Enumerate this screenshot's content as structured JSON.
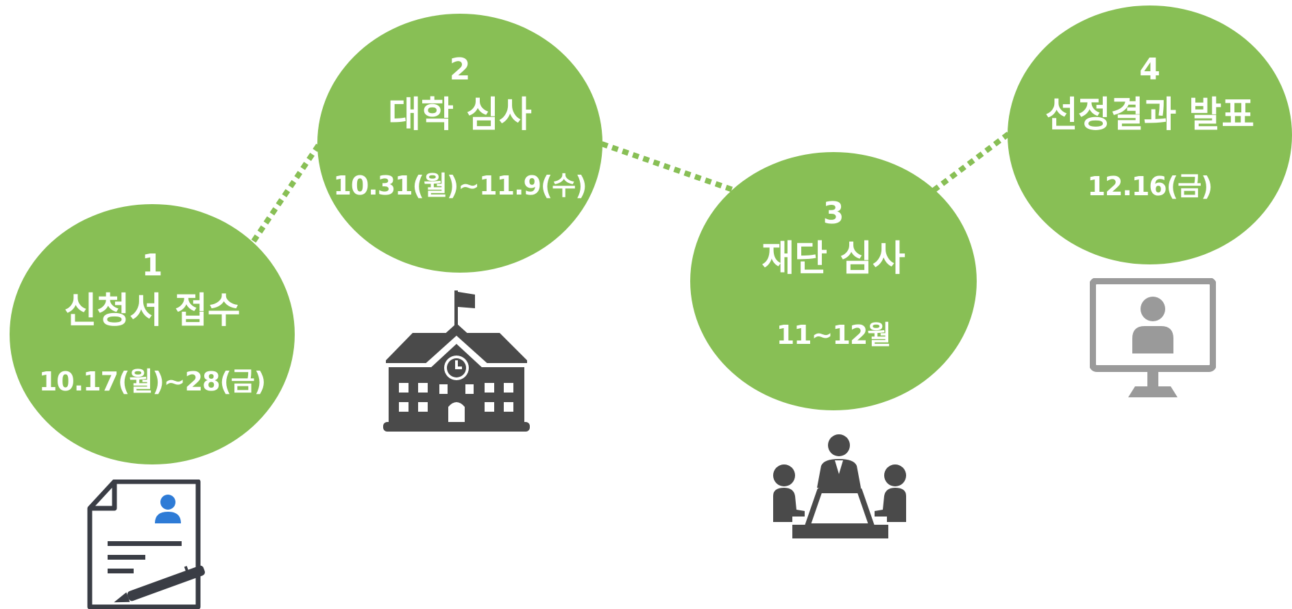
{
  "colors": {
    "accent": "#88bf55",
    "connector": "#88bf55",
    "text": "#ffffff",
    "icon_dark": "#4a4a4a",
    "icon_gray": "#9a9a9a",
    "icon_blue": "#2e7bd6"
  },
  "steps": [
    {
      "number": "1",
      "title": "신청서 접수",
      "date": "10.17(월)~28(금)",
      "icon": "document-icon"
    },
    {
      "number": "2",
      "title": "대학 심사",
      "date": "10.31(월)~11.9(수)",
      "icon": "school-icon"
    },
    {
      "number": "3",
      "title": "재단 심사",
      "date": "11~12월",
      "icon": "meeting-icon"
    },
    {
      "number": "4",
      "title": "선정결과 발표",
      "date": "12.16(금)",
      "icon": "monitor-icon"
    }
  ]
}
